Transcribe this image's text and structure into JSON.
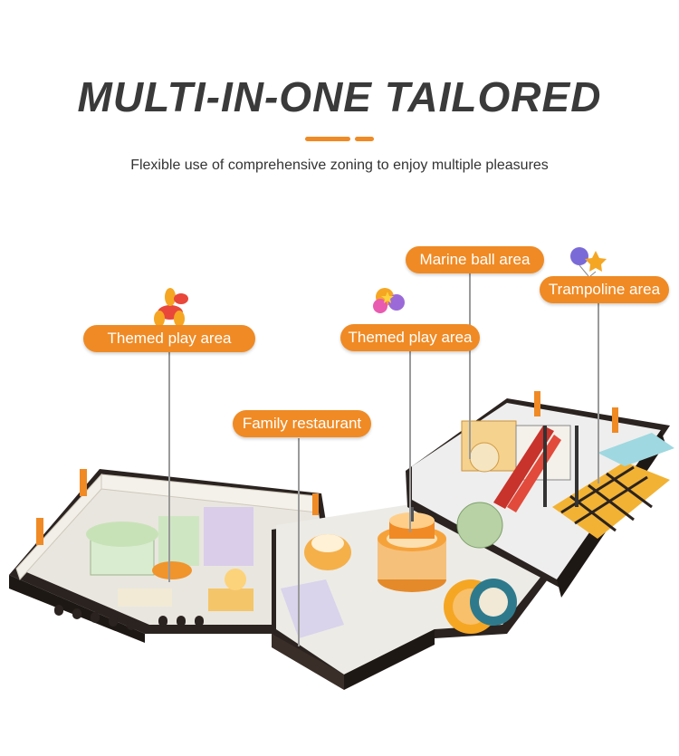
{
  "header": {
    "title": "MULTI-IN-ONE TAILORED",
    "subtitle": "Flexible use of comprehensive zoning to enjoy multiple pleasures"
  },
  "labels": {
    "themed_play_left": "Themed play area",
    "family_restaurant": "Family restaurant",
    "themed_play_center": "Themed play area",
    "marine_ball": "Marine ball area",
    "trampoline": "Trampoline area"
  },
  "colors": {
    "accent": "#f08a24",
    "title": "#3a3a3a",
    "floor_base": "#2b2320"
  }
}
